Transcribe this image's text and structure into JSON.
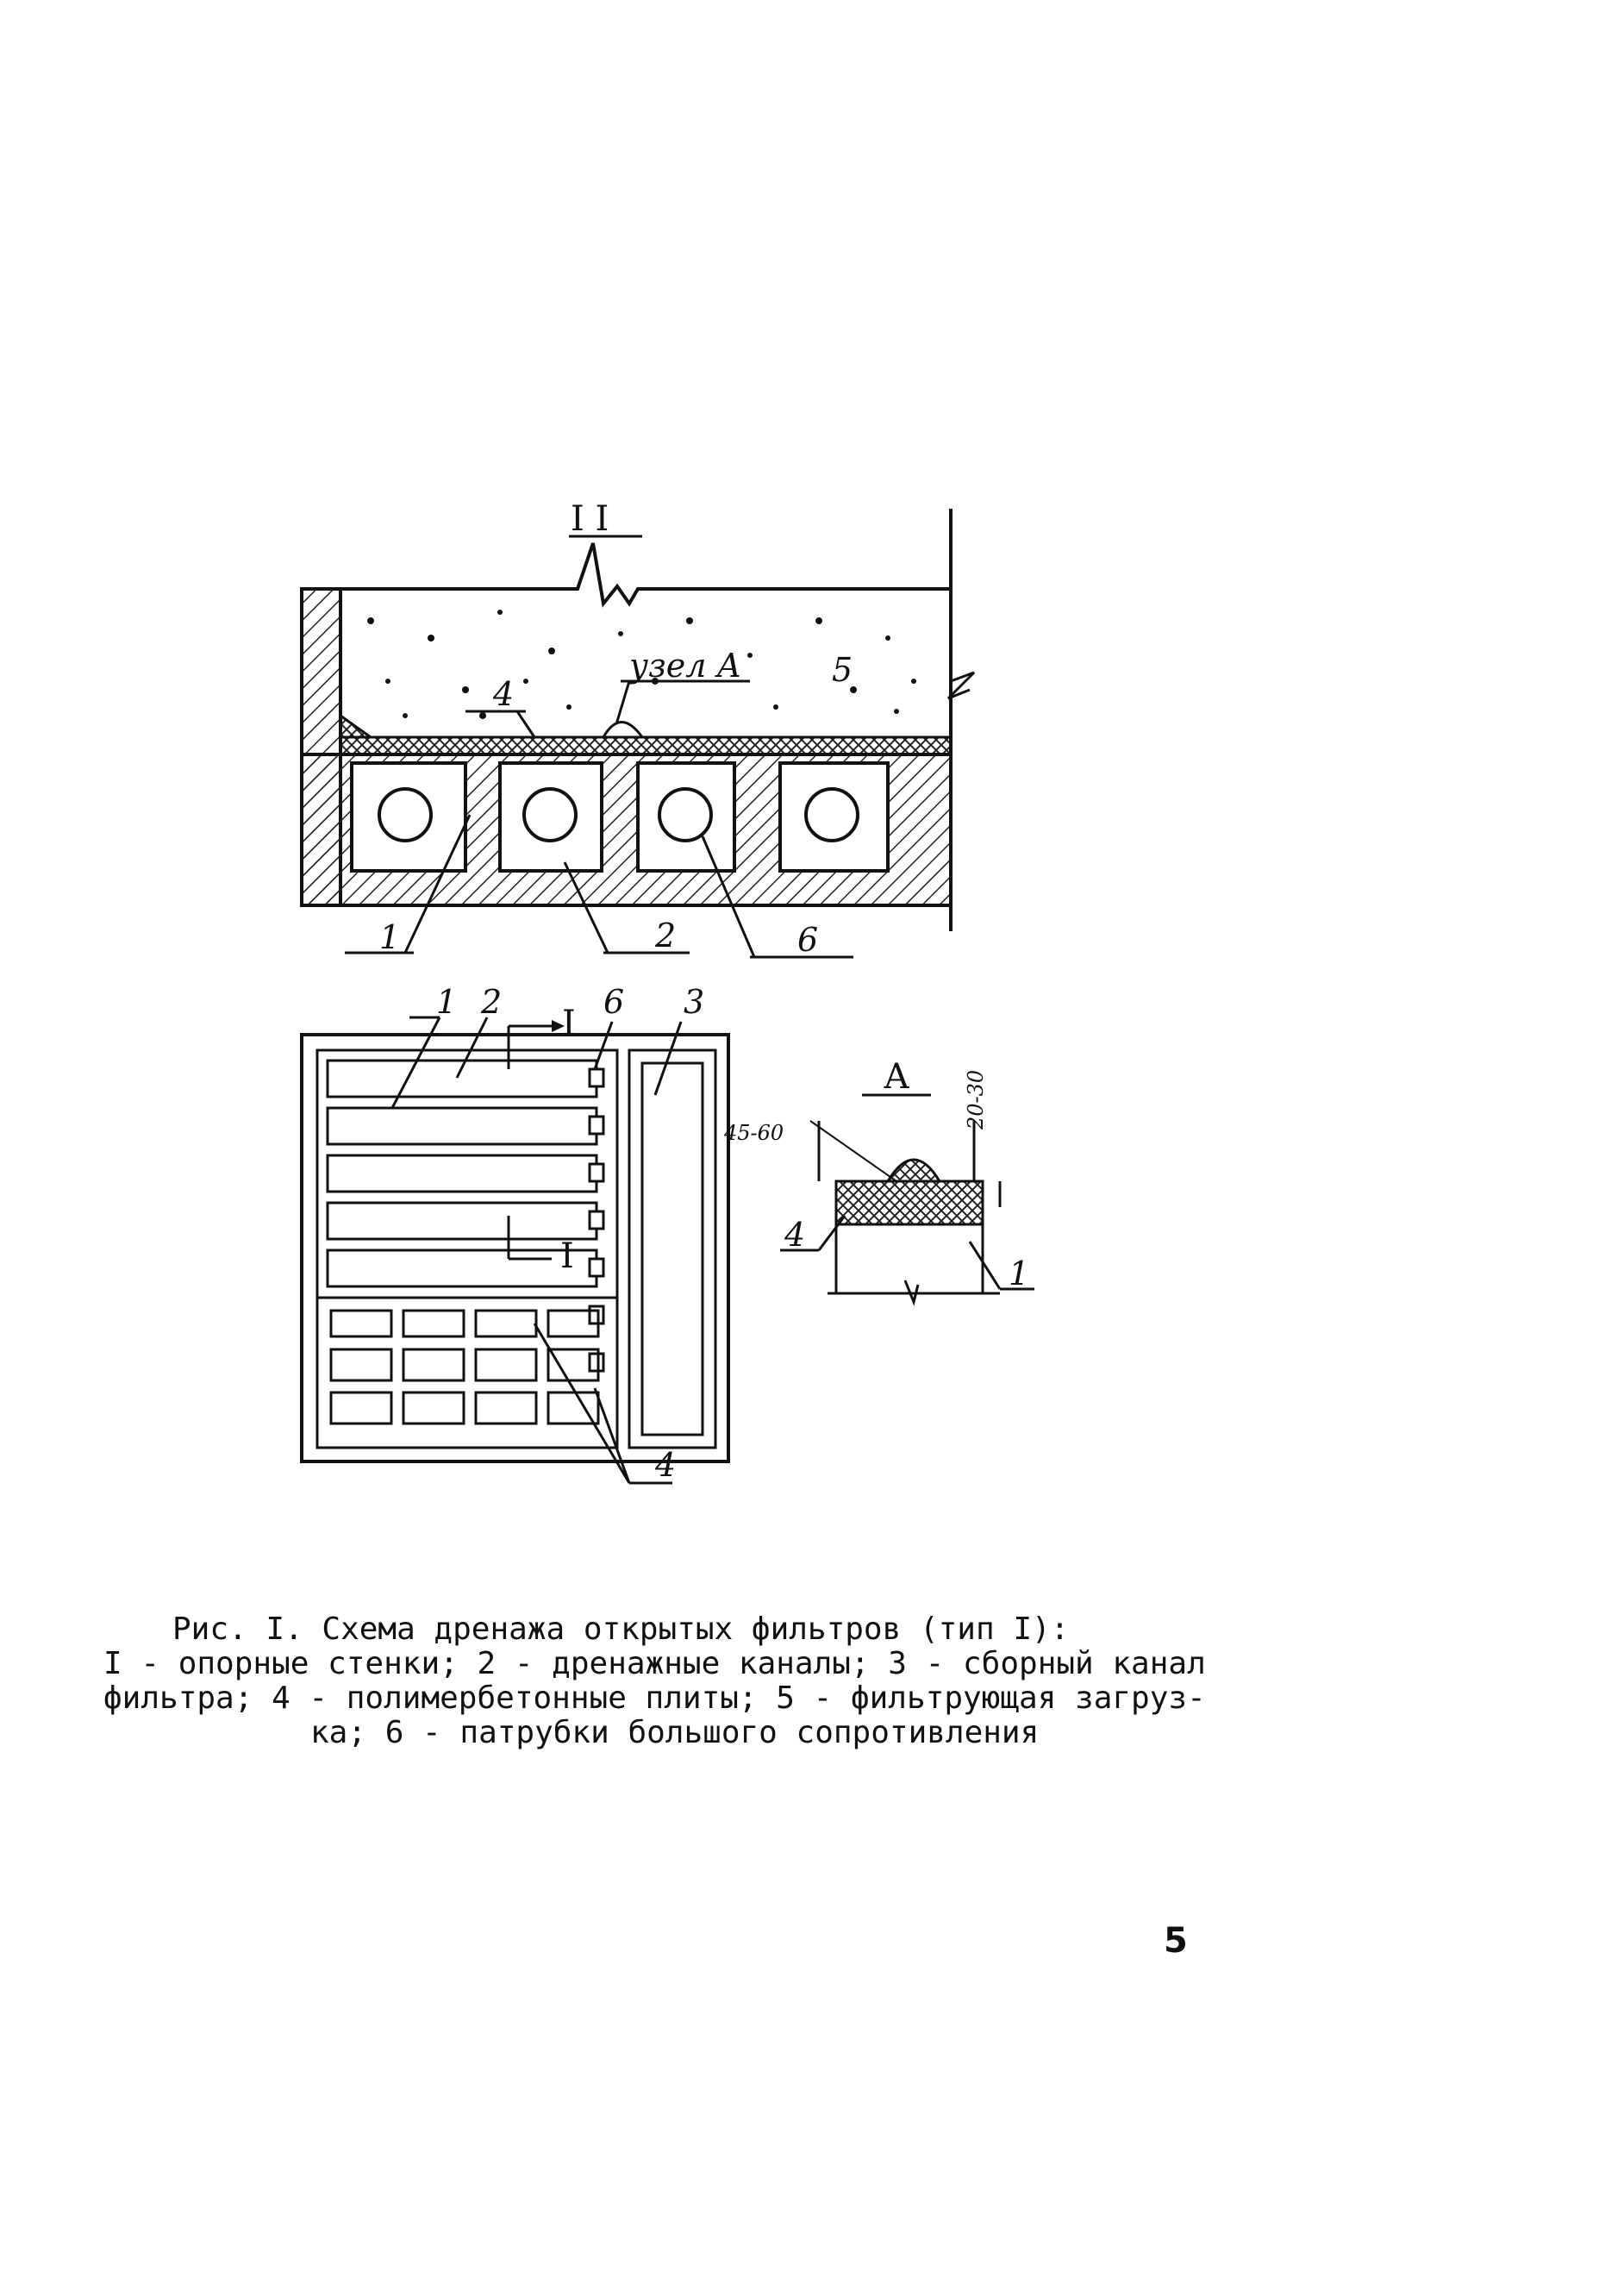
{
  "figure": {
    "section": {
      "cut_label": "I I",
      "node_label": "узел А",
      "callouts": [
        "1",
        "2",
        "6",
        "4",
        "5"
      ]
    },
    "plan": {
      "callouts": [
        "1",
        "2",
        "I",
        "6",
        "3",
        "I",
        "4"
      ]
    },
    "detail": {
      "title": "А",
      "dim_width": "45-60",
      "dim_height": "20-30",
      "callouts": [
        "4",
        "1"
      ]
    }
  },
  "caption": {
    "title": "Рис. I. Схема дренажа открытых фильтров (тип I):",
    "line1": "I - опорные стенки; 2 - дренажные каналы; 3 - сборный канал",
    "line2": "фильтра; 4 - полимербетонные плиты; 5 - фильтрующая загруз-",
    "line3": "ка; 6 - патрубки большого сопротивления"
  },
  "page_number": "5"
}
